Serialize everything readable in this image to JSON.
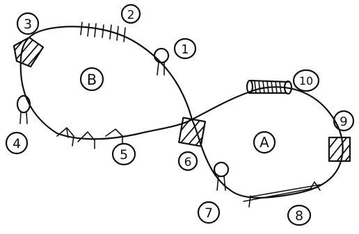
{
  "regions": [
    {
      "label": "A"
    },
    {
      "label": "B"
    }
  ],
  "markers": [
    {
      "number": "1"
    },
    {
      "number": "2"
    },
    {
      "number": "3"
    },
    {
      "number": "4"
    },
    {
      "number": "5"
    },
    {
      "number": "6"
    },
    {
      "number": "7"
    },
    {
      "number": "8"
    },
    {
      "number": "9"
    },
    {
      "number": "10"
    }
  ]
}
